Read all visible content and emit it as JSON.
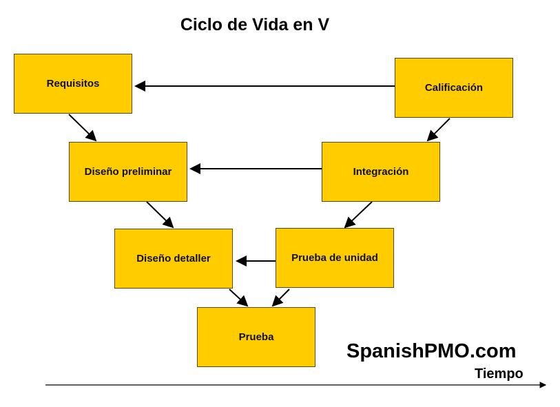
{
  "title": "Ciclo de Vida en V",
  "boxes": {
    "requisitos": "Requisitos",
    "calificacion": "Calificación",
    "diseno_preliminar": "Diseño preliminar",
    "integracion": "Integración",
    "diseno_detaller": "Diseño detaller",
    "prueba_unidad": "Prueba de unidad",
    "prueba": "Prueba"
  },
  "brand": "SpanishPMO.com",
  "time_axis_label": "Tiempo",
  "colors": {
    "box_fill": "#FFCC00",
    "arrow": "#000000"
  }
}
